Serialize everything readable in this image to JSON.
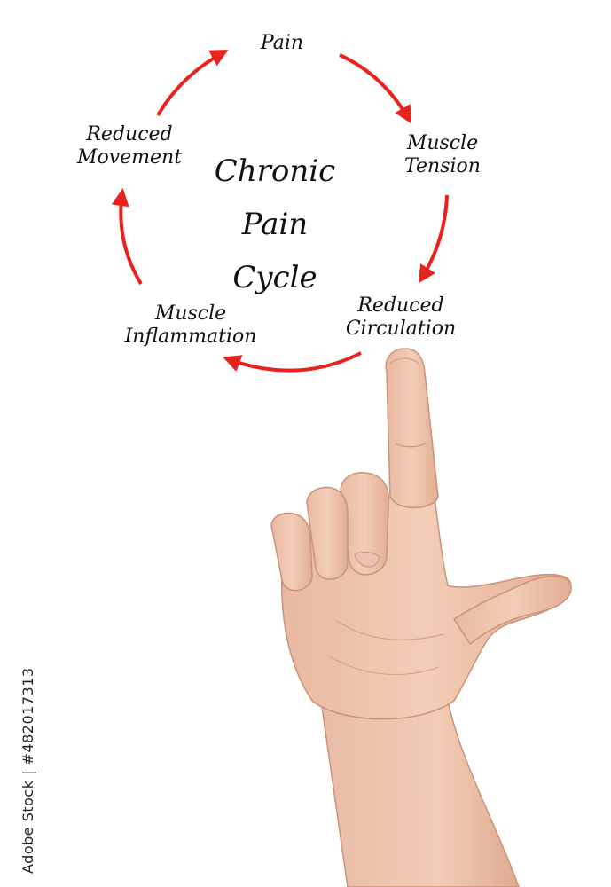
{
  "diagram": {
    "title_lines": [
      "Chronic",
      "Pain",
      "Cycle"
    ],
    "nodes": [
      {
        "id": "pain",
        "lines": [
          "Pain"
        ]
      },
      {
        "id": "muscle-tension",
        "lines": [
          "Muscle",
          "Tension"
        ]
      },
      {
        "id": "reduced-circulation",
        "lines": [
          "Reduced",
          "Circulation"
        ]
      },
      {
        "id": "muscle-inflammation",
        "lines": [
          "Muscle",
          "Inflammation"
        ]
      },
      {
        "id": "reduced-movement",
        "lines": [
          "Reduced",
          "Movement"
        ]
      }
    ],
    "arrow_color": "#e8231d",
    "text_color": "#111111"
  },
  "photo": {
    "subject": "hand pointing upward"
  },
  "watermark": {
    "text": "Adobe Stock | #482017313"
  }
}
